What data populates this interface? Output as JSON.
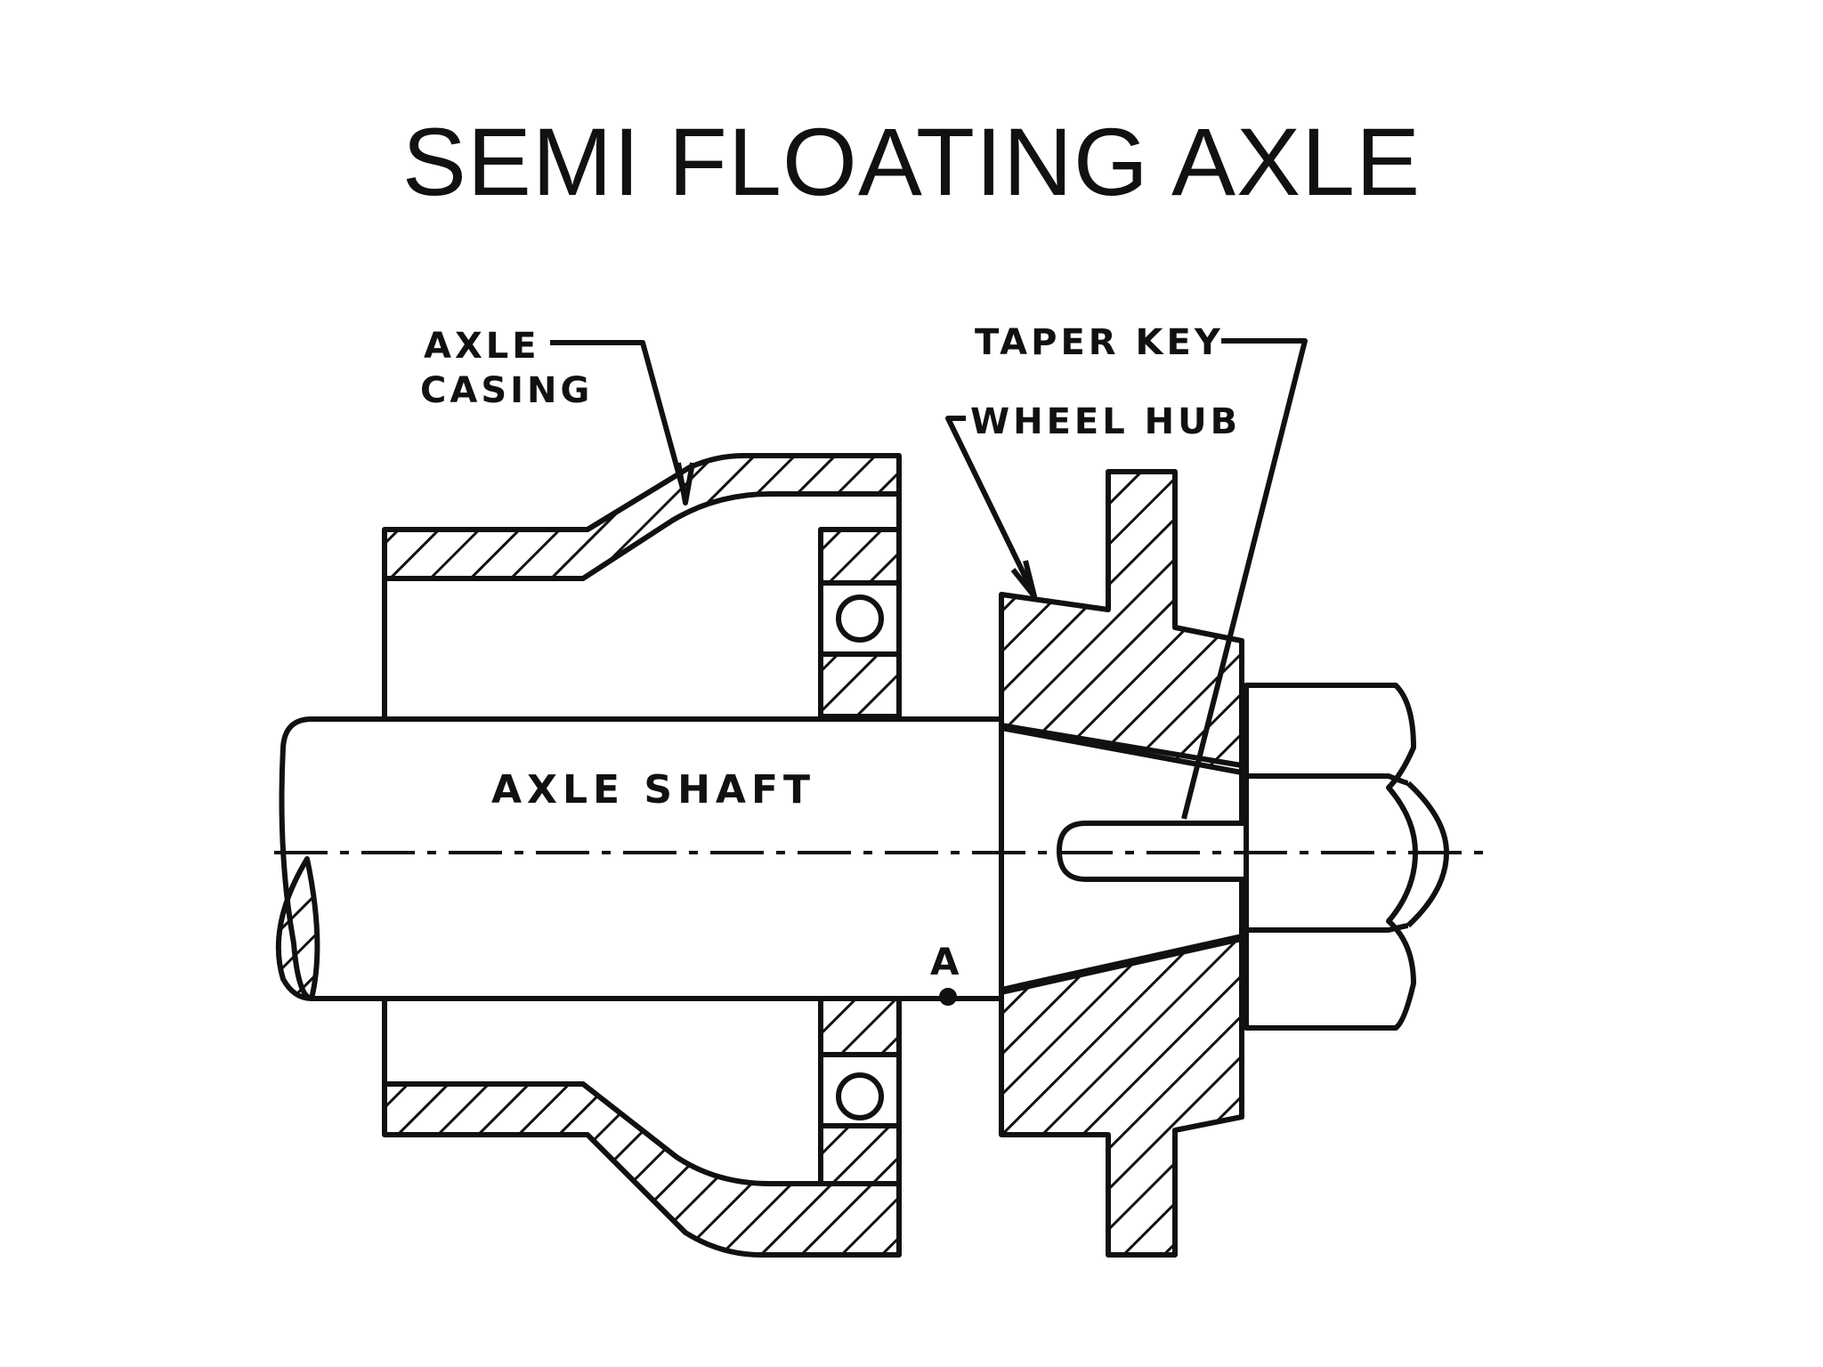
{
  "slide": {
    "title": "SEMI FLOATING AXLE"
  },
  "labels": {
    "axle_casing_line1": "AXLE",
    "axle_casing_line2": "CASING",
    "taper_key": "TAPER KEY",
    "wheel_hub": "WHEEL HUB",
    "axle_shaft": "AXLE SHAFT",
    "point_a": "A"
  }
}
